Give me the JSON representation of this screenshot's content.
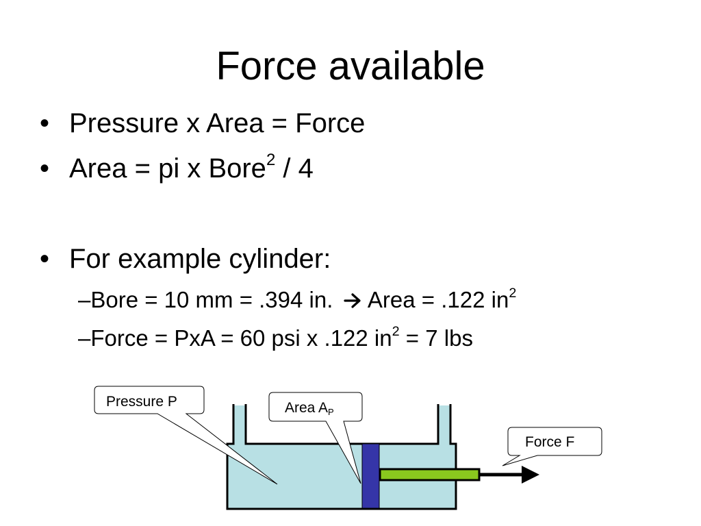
{
  "slide": {
    "title": "Force available",
    "bullets": [
      {
        "marker": "•",
        "text": "Pressure x Area = Force"
      },
      {
        "marker": "•",
        "text_before_sup": "Area = pi x Bore",
        "sup": "2",
        "text_after_sup": " / 4"
      },
      {
        "marker": "•",
        "text": "For example cylinder:"
      }
    ],
    "sub_bullets": [
      {
        "marker": "–",
        "text_before_arrow": "Bore = 10 mm = .394 in.",
        "arrow_icon": "right-arrow-icon",
        "text_after_arrow": " Area = .122 in",
        "sup": "2"
      },
      {
        "marker": "–",
        "text_before_sup": "Force = PxA = 60 psi x .122 in",
        "sup": "2",
        "text_after_sup": " = 7 lbs"
      }
    ]
  },
  "diagram": {
    "callouts": {
      "pressure": "Pressure P",
      "area": "Area A",
      "area_sub": "P",
      "force": "Force F"
    },
    "colors": {
      "fluid": "#b8e0e4",
      "piston": "#3535a8",
      "rod": "#8ac81e",
      "outline": "#000000"
    }
  }
}
